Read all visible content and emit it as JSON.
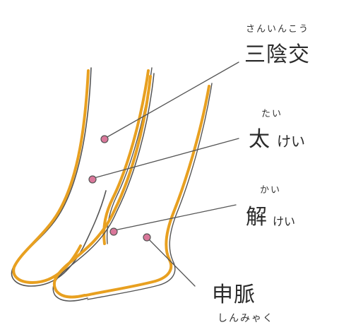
{
  "points": [
    {
      "furigana": "さんいんこう",
      "kanji": "三陰交",
      "kana_suffix": "",
      "suffix_furigana": ""
    },
    {
      "furigana": "たい",
      "kanji": "太",
      "kana_suffix": "けい",
      "suffix_furigana": ""
    },
    {
      "furigana": "かい",
      "kanji": "解",
      "kana_suffix": "けい",
      "suffix_furigana": ""
    },
    {
      "furigana": "",
      "kanji": "申脈",
      "kana_suffix": "",
      "suffix_furigana": "しんみゃく"
    }
  ],
  "colors": {
    "leg_outline": "#e8a020",
    "pencil": "#555555",
    "point_dot": "#d9779a",
    "text": "#2b2b2b"
  }
}
